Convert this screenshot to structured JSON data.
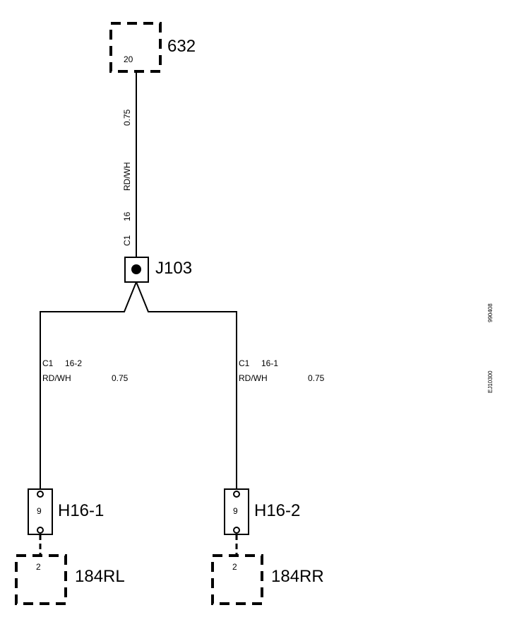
{
  "top_component": {
    "id": "632",
    "pin": "20"
  },
  "main_wire": {
    "size": "0.75",
    "color": "RD/WH",
    "connector": "C1",
    "pin": "16"
  },
  "junction": {
    "id": "J103"
  },
  "left_branch": {
    "connector": "C1",
    "pin": "16-2",
    "color": "RD/WH",
    "size": "0.75",
    "connector_block": {
      "id": "H16-1",
      "pin": "9"
    },
    "component": {
      "id": "184RL",
      "pin": "2"
    }
  },
  "right_branch": {
    "connector": "C1",
    "pin": "16-1",
    "color": "RD/WH",
    "size": "0.75",
    "connector_block": {
      "id": "H16-2",
      "pin": "9"
    },
    "component": {
      "id": "184RR",
      "pin": "2"
    }
  },
  "side_codes": {
    "date": "990408",
    "ref": "EJ10300"
  }
}
